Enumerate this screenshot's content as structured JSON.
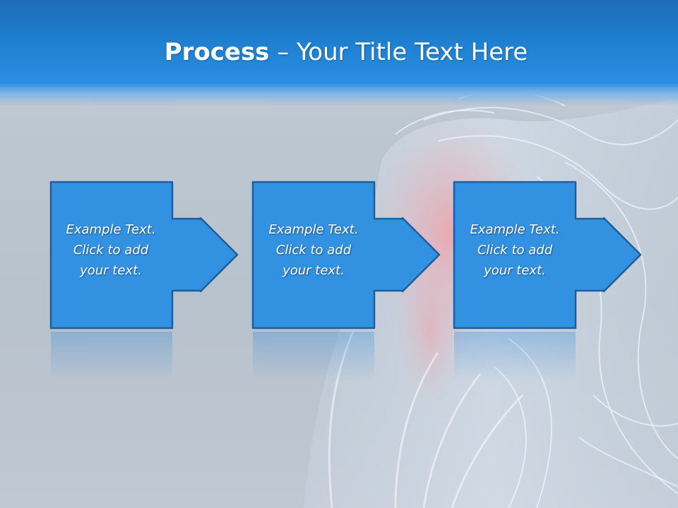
{
  "title": {
    "bold": "Process",
    "rest": " – Your Title Text Here"
  },
  "steps": [
    {
      "lines": [
        "Example Text.",
        "Click  to add",
        "your text."
      ]
    },
    {
      "lines": [
        "Example Text.",
        "Click  to add",
        "your text."
      ]
    },
    {
      "lines": [
        "Example Text.",
        "Click  to add",
        "your text."
      ]
    }
  ],
  "colors": {
    "box_fill": "#3391e1",
    "box_stroke": "#1d5e9d",
    "title_band": "#1f7fd0"
  }
}
